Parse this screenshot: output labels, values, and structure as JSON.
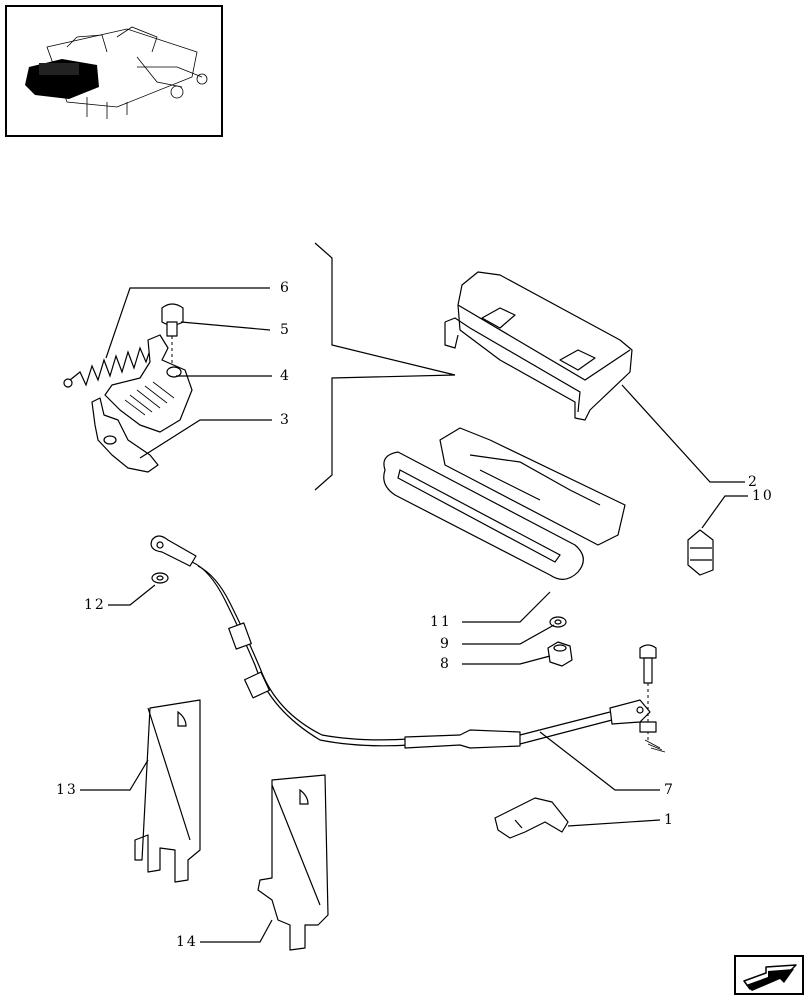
{
  "callouts": [
    {
      "id": "1",
      "text": "1"
    },
    {
      "id": "2",
      "text": "2"
    },
    {
      "id": "3",
      "text": "3"
    },
    {
      "id": "4",
      "text": "4"
    },
    {
      "id": "5",
      "text": "5"
    },
    {
      "id": "6",
      "text": "6"
    },
    {
      "id": "7",
      "text": "7"
    },
    {
      "id": "8",
      "text": "8"
    },
    {
      "id": "9",
      "text": "9"
    },
    {
      "id": "10",
      "text": "10"
    },
    {
      "id": "11",
      "text": "11"
    },
    {
      "id": "12",
      "text": "12"
    },
    {
      "id": "13",
      "text": "13"
    },
    {
      "id": "14",
      "text": "14"
    }
  ],
  "icons": {
    "thumbnail": "assembly-locator-thumbnail",
    "navigation": "next-page-arrow-icon"
  },
  "colors": {
    "line": "#000000",
    "background": "#ffffff",
    "highlight": "#000000"
  }
}
